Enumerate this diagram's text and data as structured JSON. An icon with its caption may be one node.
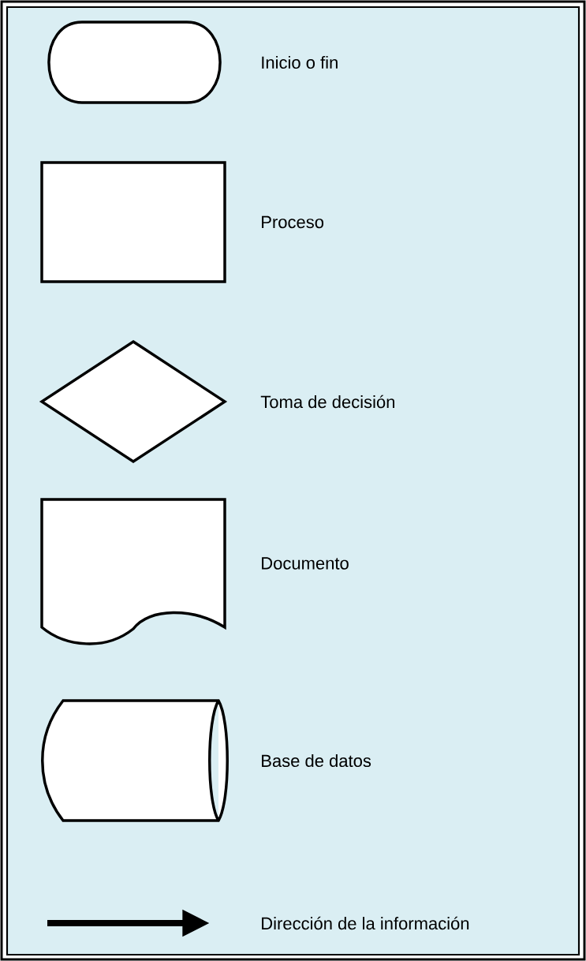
{
  "diagram": {
    "nodes": [
      {
        "text": [],
        "shape": "stadium",
        "beside": [
          "Inicio o fin"
        ]
      },
      {
        "text": [],
        "shape": "box",
        "beside": [
          "Proceso"
        ]
      },
      {
        "text": [],
        "shape": "diamond",
        "beside": [
          "Toma de decisión"
        ]
      },
      {
        "text": [],
        "shape": "document",
        "beside": [
          "Documento"
        ]
      },
      {
        "text": [],
        "shape": "cylinder",
        "beside": [
          "Base de datos"
        ]
      }
    ],
    "labels": [
      "Dirección de la información"
    ]
  }
}
